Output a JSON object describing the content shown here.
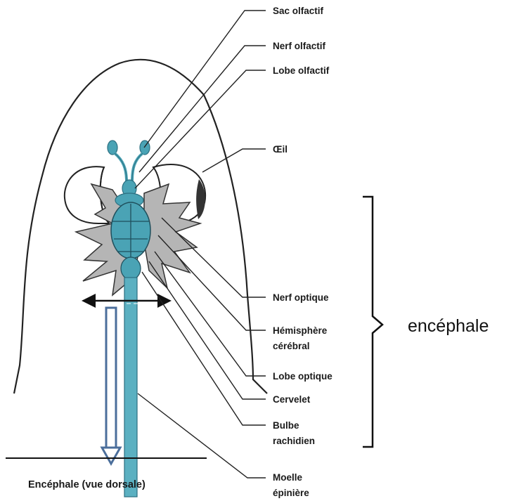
{
  "labels": {
    "sac_olfactif": "Sac olfactif",
    "nerf_olfactif": "Nerf olfactif",
    "lobe_olfactif": "Lobe olfactif",
    "oeil": "Œil",
    "nerf_optique": "Nerf optique",
    "hemisphere_1": "Hémisphère",
    "hemisphere_2": "cérébral",
    "lobe_optique": "Lobe optique",
    "cervelet": "Cervelet",
    "bulbe_1": "Bulbe",
    "bulbe_2": "rachidien",
    "moelle_1": "Moelle",
    "moelle_2": "épinière"
  },
  "brace_label": "encéphale",
  "caption": "Encéphale (vue dorsale)",
  "colors": {
    "brain": "#4aa3b5",
    "brain_dark": "#2c6f80",
    "outline": "#222222",
    "arrow_blue": "#4b6e9b",
    "star_gray": "#b5b5b5"
  }
}
